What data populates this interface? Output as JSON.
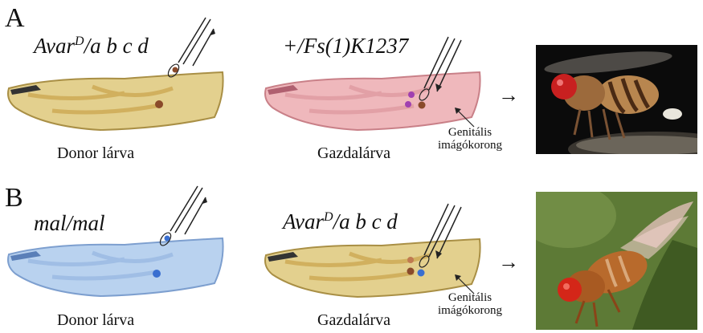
{
  "panel_a": {
    "letter": "A",
    "donor_genotype": "Avar",
    "donor_genotype_sup": "D",
    "donor_genotype_rest": "/a b c d",
    "host_genotype": "+/Fs(1)K1237",
    "donor_caption": "Donor lárva",
    "host_caption": "Gazdalárva",
    "annotation_line1": "Genitális",
    "annotation_line2": "imágókorong",
    "arrow": "→",
    "colors": {
      "donor_larva": "#d9c27a",
      "host_larva": "#e8a3a8",
      "cell_brown": "#8a4a2a",
      "cell_purple": "#a040b0"
    }
  },
  "panel_b": {
    "letter": "B",
    "donor_genotype": "mal/mal",
    "host_genotype": "Avar",
    "host_genotype_sup": "D",
    "host_genotype_rest": "/a b c d",
    "donor_caption": "Donor lárva",
    "host_caption": "Gazdalárva",
    "annotation_line1": "Genitális",
    "annotation_line2": "imágókorong",
    "arrow": "→",
    "colors": {
      "donor_larva": "#9fc0e6",
      "host_larva": "#d9c27a",
      "cell_blue": "#3a6fd0",
      "cell_brown": "#8a4a2a"
    }
  }
}
